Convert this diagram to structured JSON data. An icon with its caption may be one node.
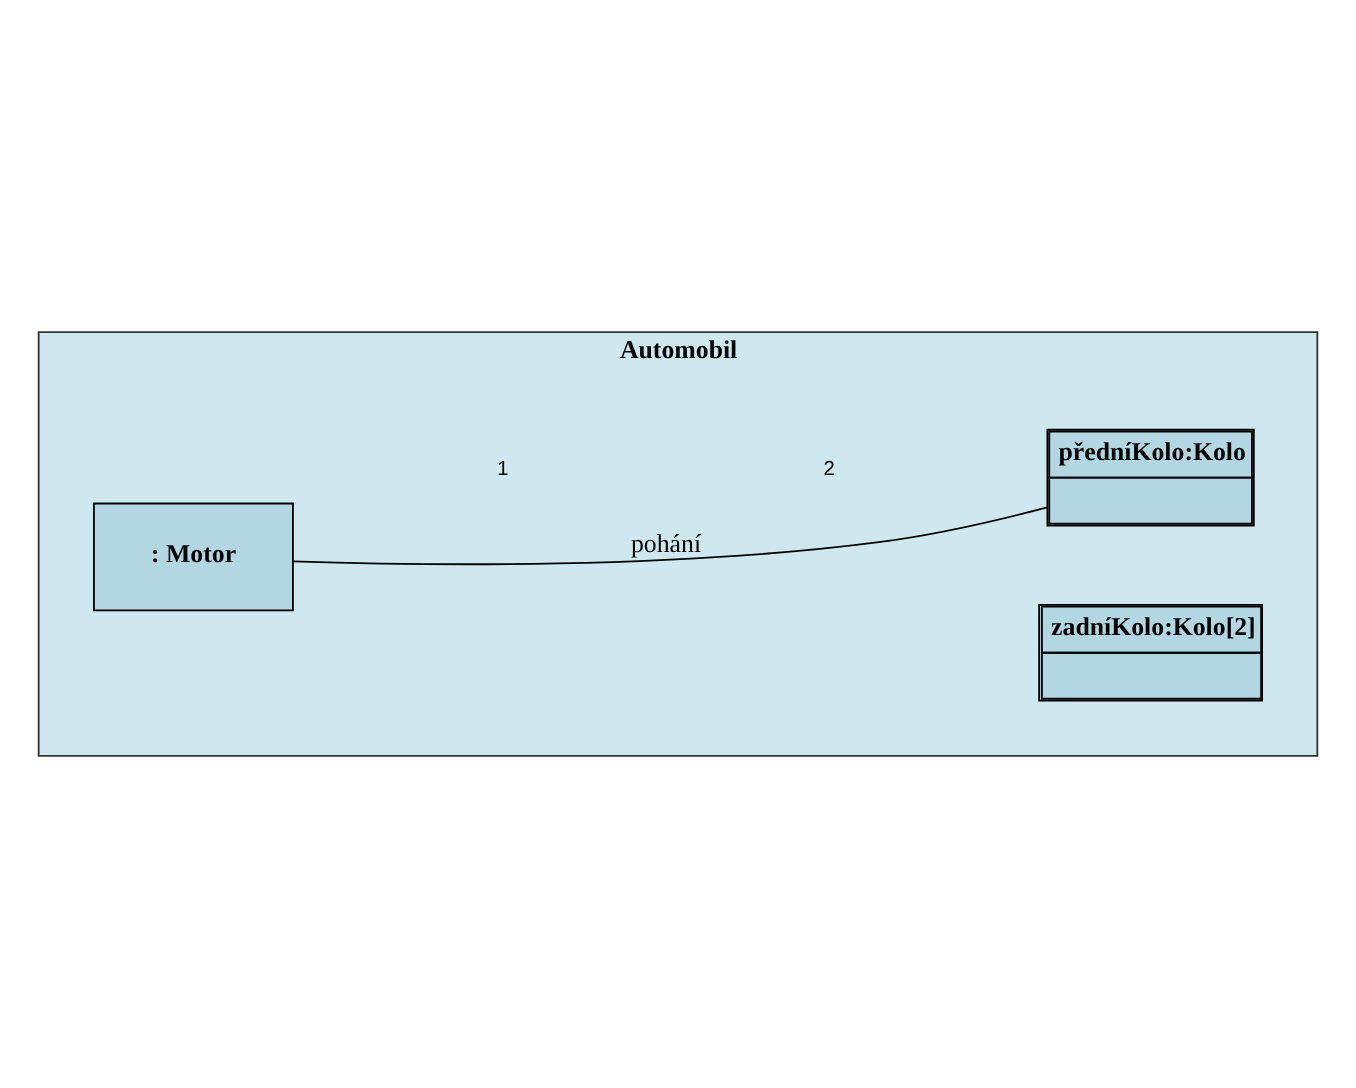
{
  "diagram": {
    "nodes": [
      {
        "text": [
          "Automobil"
        ]
      },
      {
        "text": [
          ": Motor"
        ],
        "in": 0
      },
      {
        "text": [
          "předníKolo:Kolo"
        ],
        "in": 0
      },
      {
        "text": [
          "zadníKolo:Kolo[2]"
        ],
        "in": 0
      }
    ],
    "edges": [
      {
        "from": 1,
        "to": 2,
        "arrow": "none",
        "label": "pohání"
      }
    ],
    "labels": [
      "1",
      "2"
    ]
  }
}
